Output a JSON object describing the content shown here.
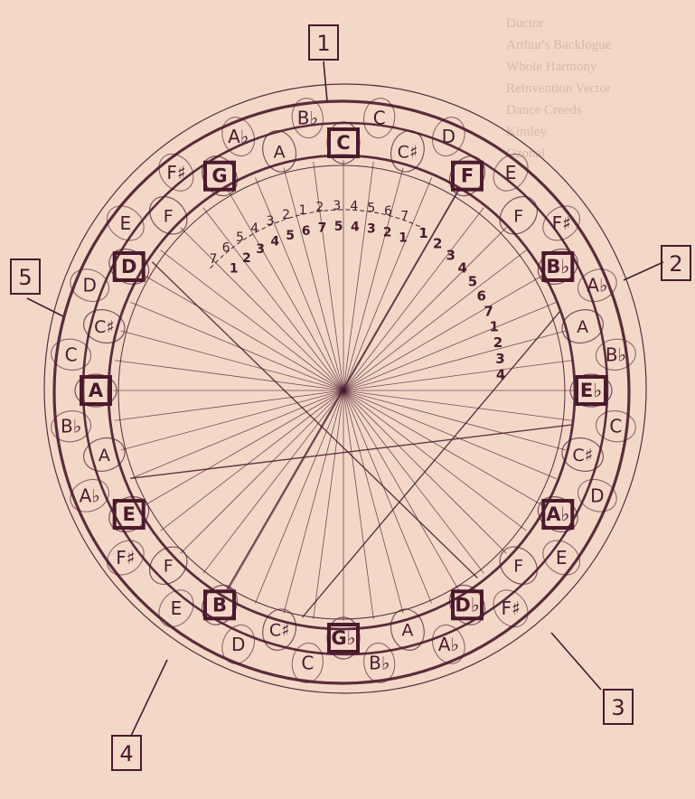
{
  "ink_color": "#4a1a2c",
  "paper_color": "#f3d8c8",
  "callouts": [
    {
      "id": "1",
      "label": "1"
    },
    {
      "id": "2",
      "label": "2"
    },
    {
      "id": "3",
      "label": "3"
    },
    {
      "id": "4",
      "label": "4"
    },
    {
      "id": "5",
      "label": "5"
    }
  ],
  "outer_ring": [
    "C",
    "D",
    "E",
    "F♯",
    "A♭",
    "B♭",
    "C",
    "D",
    "E",
    "F♯",
    "A♭",
    "B♭",
    "C",
    "D",
    "E",
    "F♯",
    "A♭",
    "B♭",
    "C",
    "D",
    "E",
    "F♯",
    "A♭",
    "B♭"
  ],
  "inner_ring": [
    "B",
    "C♯",
    "E♭",
    "F",
    "G",
    "A",
    "B",
    "C♯",
    "E♭",
    "F",
    "G",
    "A",
    "B",
    "C♯",
    "E♭",
    "F",
    "G",
    "A",
    "B",
    "C♯",
    "E♭",
    "F",
    "G",
    "A"
  ],
  "boxed_notes": [
    "C",
    "F",
    "B♭",
    "E♭",
    "A♭",
    "D♭",
    "G♭",
    "B",
    "E",
    "A",
    "D",
    "G"
  ],
  "upper_left_numbers": [
    "7",
    "6",
    "5",
    "4",
    "3",
    "2",
    "1",
    "2",
    "3",
    "4",
    "5",
    "6",
    "7"
  ],
  "upper_left_numbers_row2": [
    "1",
    "2",
    "3",
    "4",
    "5",
    "6",
    "7",
    "5",
    "4",
    "3",
    "2",
    "1"
  ],
  "upper_right_numbers": [
    "1",
    "2",
    "3",
    "4",
    "5",
    "6",
    "7",
    "1",
    "2",
    "3",
    "4"
  ],
  "faint_text_lines": [
    "Ductor",
    "Arthur's Backlogue",
    "Whole Harmony",
    "Reinvention Vector",
    "Dance Creeds",
    "Kimley",
    "Ozonal",
    "",
    "",
    "",
    "",
    "",
    "",
    "",
    ""
  ]
}
